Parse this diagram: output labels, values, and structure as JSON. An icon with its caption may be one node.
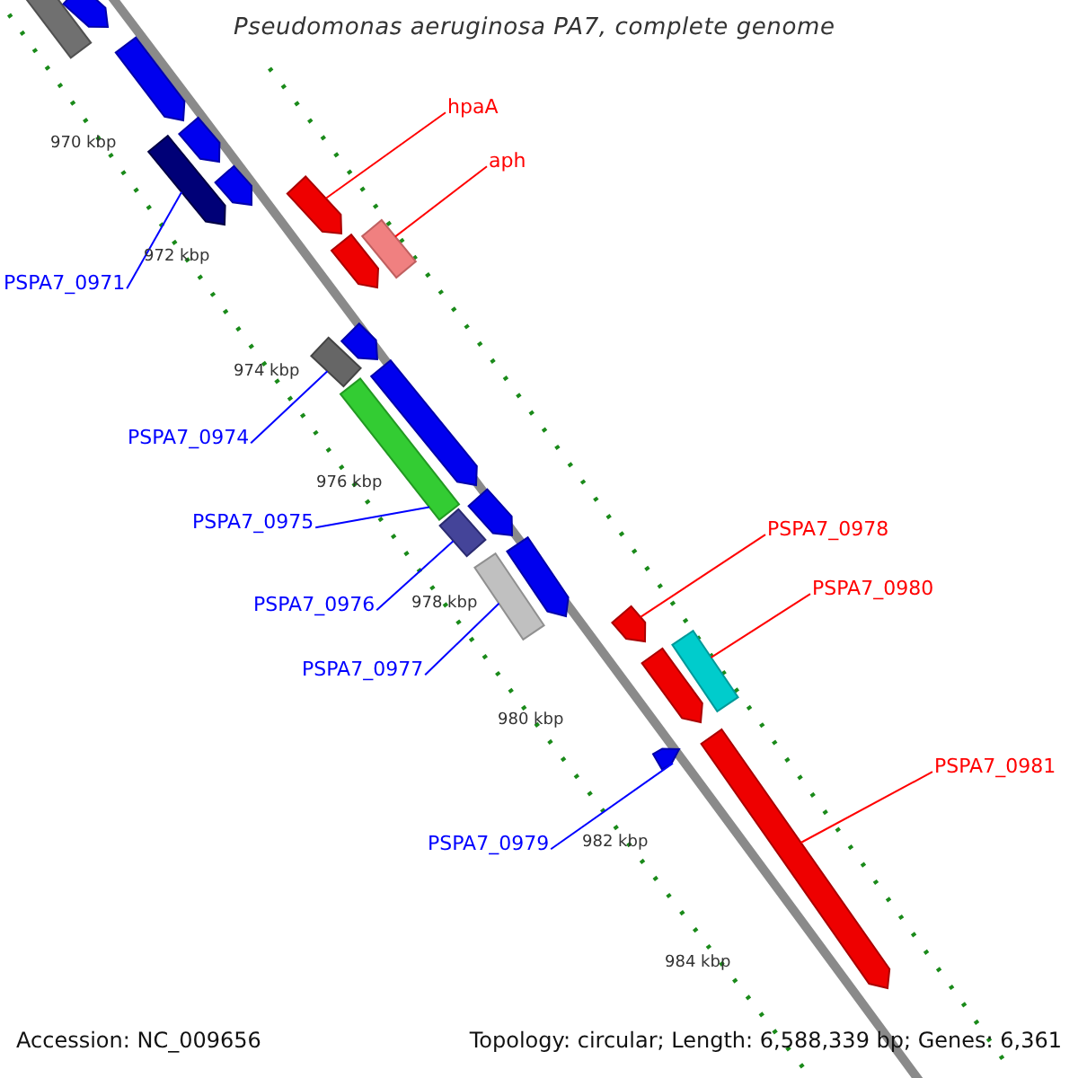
{
  "diagram": {
    "title": "Pseudomonas aeruginosa PA7, complete genome",
    "nodes": [
      {
        "text": [
          "hpaA"
        ]
      },
      {
        "text": [
          "aph"
        ]
      },
      {
        "text": [
          "PSPA7_0971"
        ]
      },
      {
        "text": [
          "PSPA7_0974"
        ]
      },
      {
        "text": [
          "PSPA7_0975"
        ]
      },
      {
        "text": [
          "PSPA7_0978"
        ]
      },
      {
        "text": [
          "PSPA7_0980"
        ]
      },
      {
        "text": [
          "PSPA7_0976"
        ]
      },
      {
        "text": [
          "PSPA7_0977"
        ]
      },
      {
        "text": [
          "PSPA7_0981"
        ]
      },
      {
        "text": [
          "PSPA7_0979"
        ]
      },
      {
        "text": [],
        "shape": "bar"
      },
      {
        "text": [],
        "shape": "bar"
      },
      {
        "text": [],
        "shape": "bar"
      },
      {
        "text": [],
        "shape": "bar"
      },
      {
        "text": [],
        "shape": "bar"
      },
      {
        "text": [],
        "shape": "bar"
      },
      {
        "text": [],
        "shape": "bar"
      },
      {
        "text": [],
        "shape": "bar"
      },
      {
        "text": [],
        "shape": "bar"
      },
      {
        "text": [],
        "shape": "bar"
      },
      {
        "text": [],
        "shape": "bar"
      }
    ],
    "edges": [
      {
        "from": 0,
        "to": 12,
        "arrow": "none",
        "color": "#ff0000"
      },
      {
        "from": 1,
        "to": 13,
        "arrow": "none",
        "color": "#ff0000"
      },
      {
        "from": 2,
        "to": 11,
        "arrow": "none"
      },
      {
        "from": 3,
        "to": 14,
        "arrow": "none"
      },
      {
        "from": 4,
        "to": 15,
        "arrow": "none"
      },
      {
        "from": 5,
        "to": 18,
        "arrow": "none",
        "color": "#ff0000"
      },
      {
        "from": 6,
        "to": 19,
        "arrow": "none",
        "color": "#ff0000"
      },
      {
        "from": 7,
        "to": 16,
        "arrow": "none"
      },
      {
        "from": 8,
        "to": 17,
        "arrow": "none"
      },
      {
        "from": 9,
        "to": 21,
        "arrow": "none",
        "color": "#ff0000"
      },
      {
        "from": 10,
        "to": 20,
        "arrow": "none"
      }
    ],
    "labels": [
      "970 kbp",
      "972 kbp",
      "974 kbp",
      "976 kbp",
      "978 kbp",
      "980 kbp",
      "982 kbp",
      "984 kbp",
      "Accession: NC_009656",
      "Topology: circular; Length: 6,588,339 bp; Genes: 6,361"
    ]
  }
}
